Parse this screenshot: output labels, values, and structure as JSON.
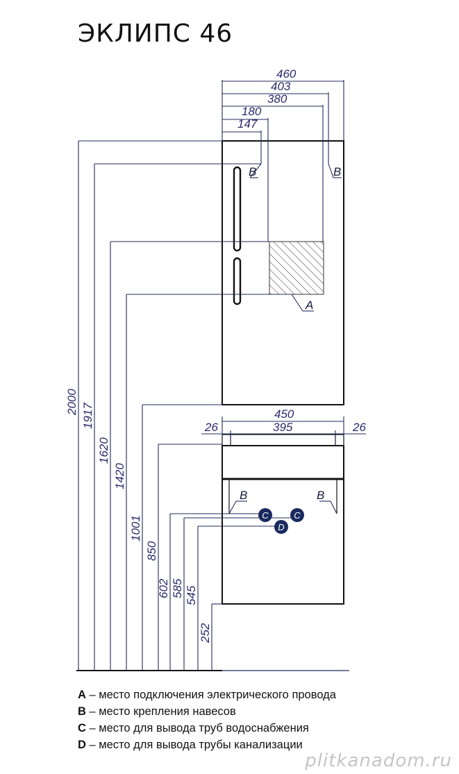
{
  "title": "ЭКЛИПС 46",
  "dimensions": {
    "top": [
      "460",
      "403",
      "380",
      "180",
      "147"
    ],
    "cabinet_width": "450",
    "cabinet_inner": "395",
    "side_left": "26",
    "side_right": "26",
    "heights": [
      "2000",
      "1917",
      "1620",
      "1420",
      "1001",
      "850",
      "602",
      "585",
      "545",
      "252"
    ]
  },
  "markers": {
    "a": "A",
    "b": "B",
    "c": "C",
    "d": "D"
  },
  "legend": [
    {
      "key": "A",
      "text": " – место подключения электрического провода"
    },
    {
      "key": "B",
      "text": " – место крепления навесов"
    },
    {
      "key": "C",
      "text": " – место для вывода труб водоснабжения"
    },
    {
      "key": "D",
      "text": " – место для вывода трубы канализации"
    }
  ],
  "watermark": "plitkanadom.ru",
  "colors": {
    "line": "#1f2a5a",
    "marker_fill": "#1a2a5e"
  }
}
